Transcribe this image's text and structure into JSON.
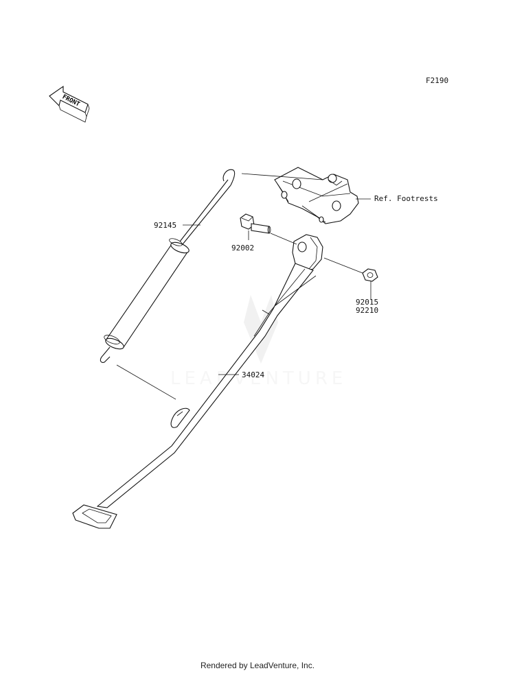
{
  "figure_code": "F2190",
  "front_arrow_label": "FRONT",
  "watermark": "LEADVENTURE",
  "callouts": {
    "spring": "92145",
    "bolt": "92002",
    "nut_1": "92015",
    "nut_2": "92210",
    "stand": "34024",
    "ref": "Ref. Footrests"
  },
  "footer": "Rendered by LeadVenture, Inc."
}
